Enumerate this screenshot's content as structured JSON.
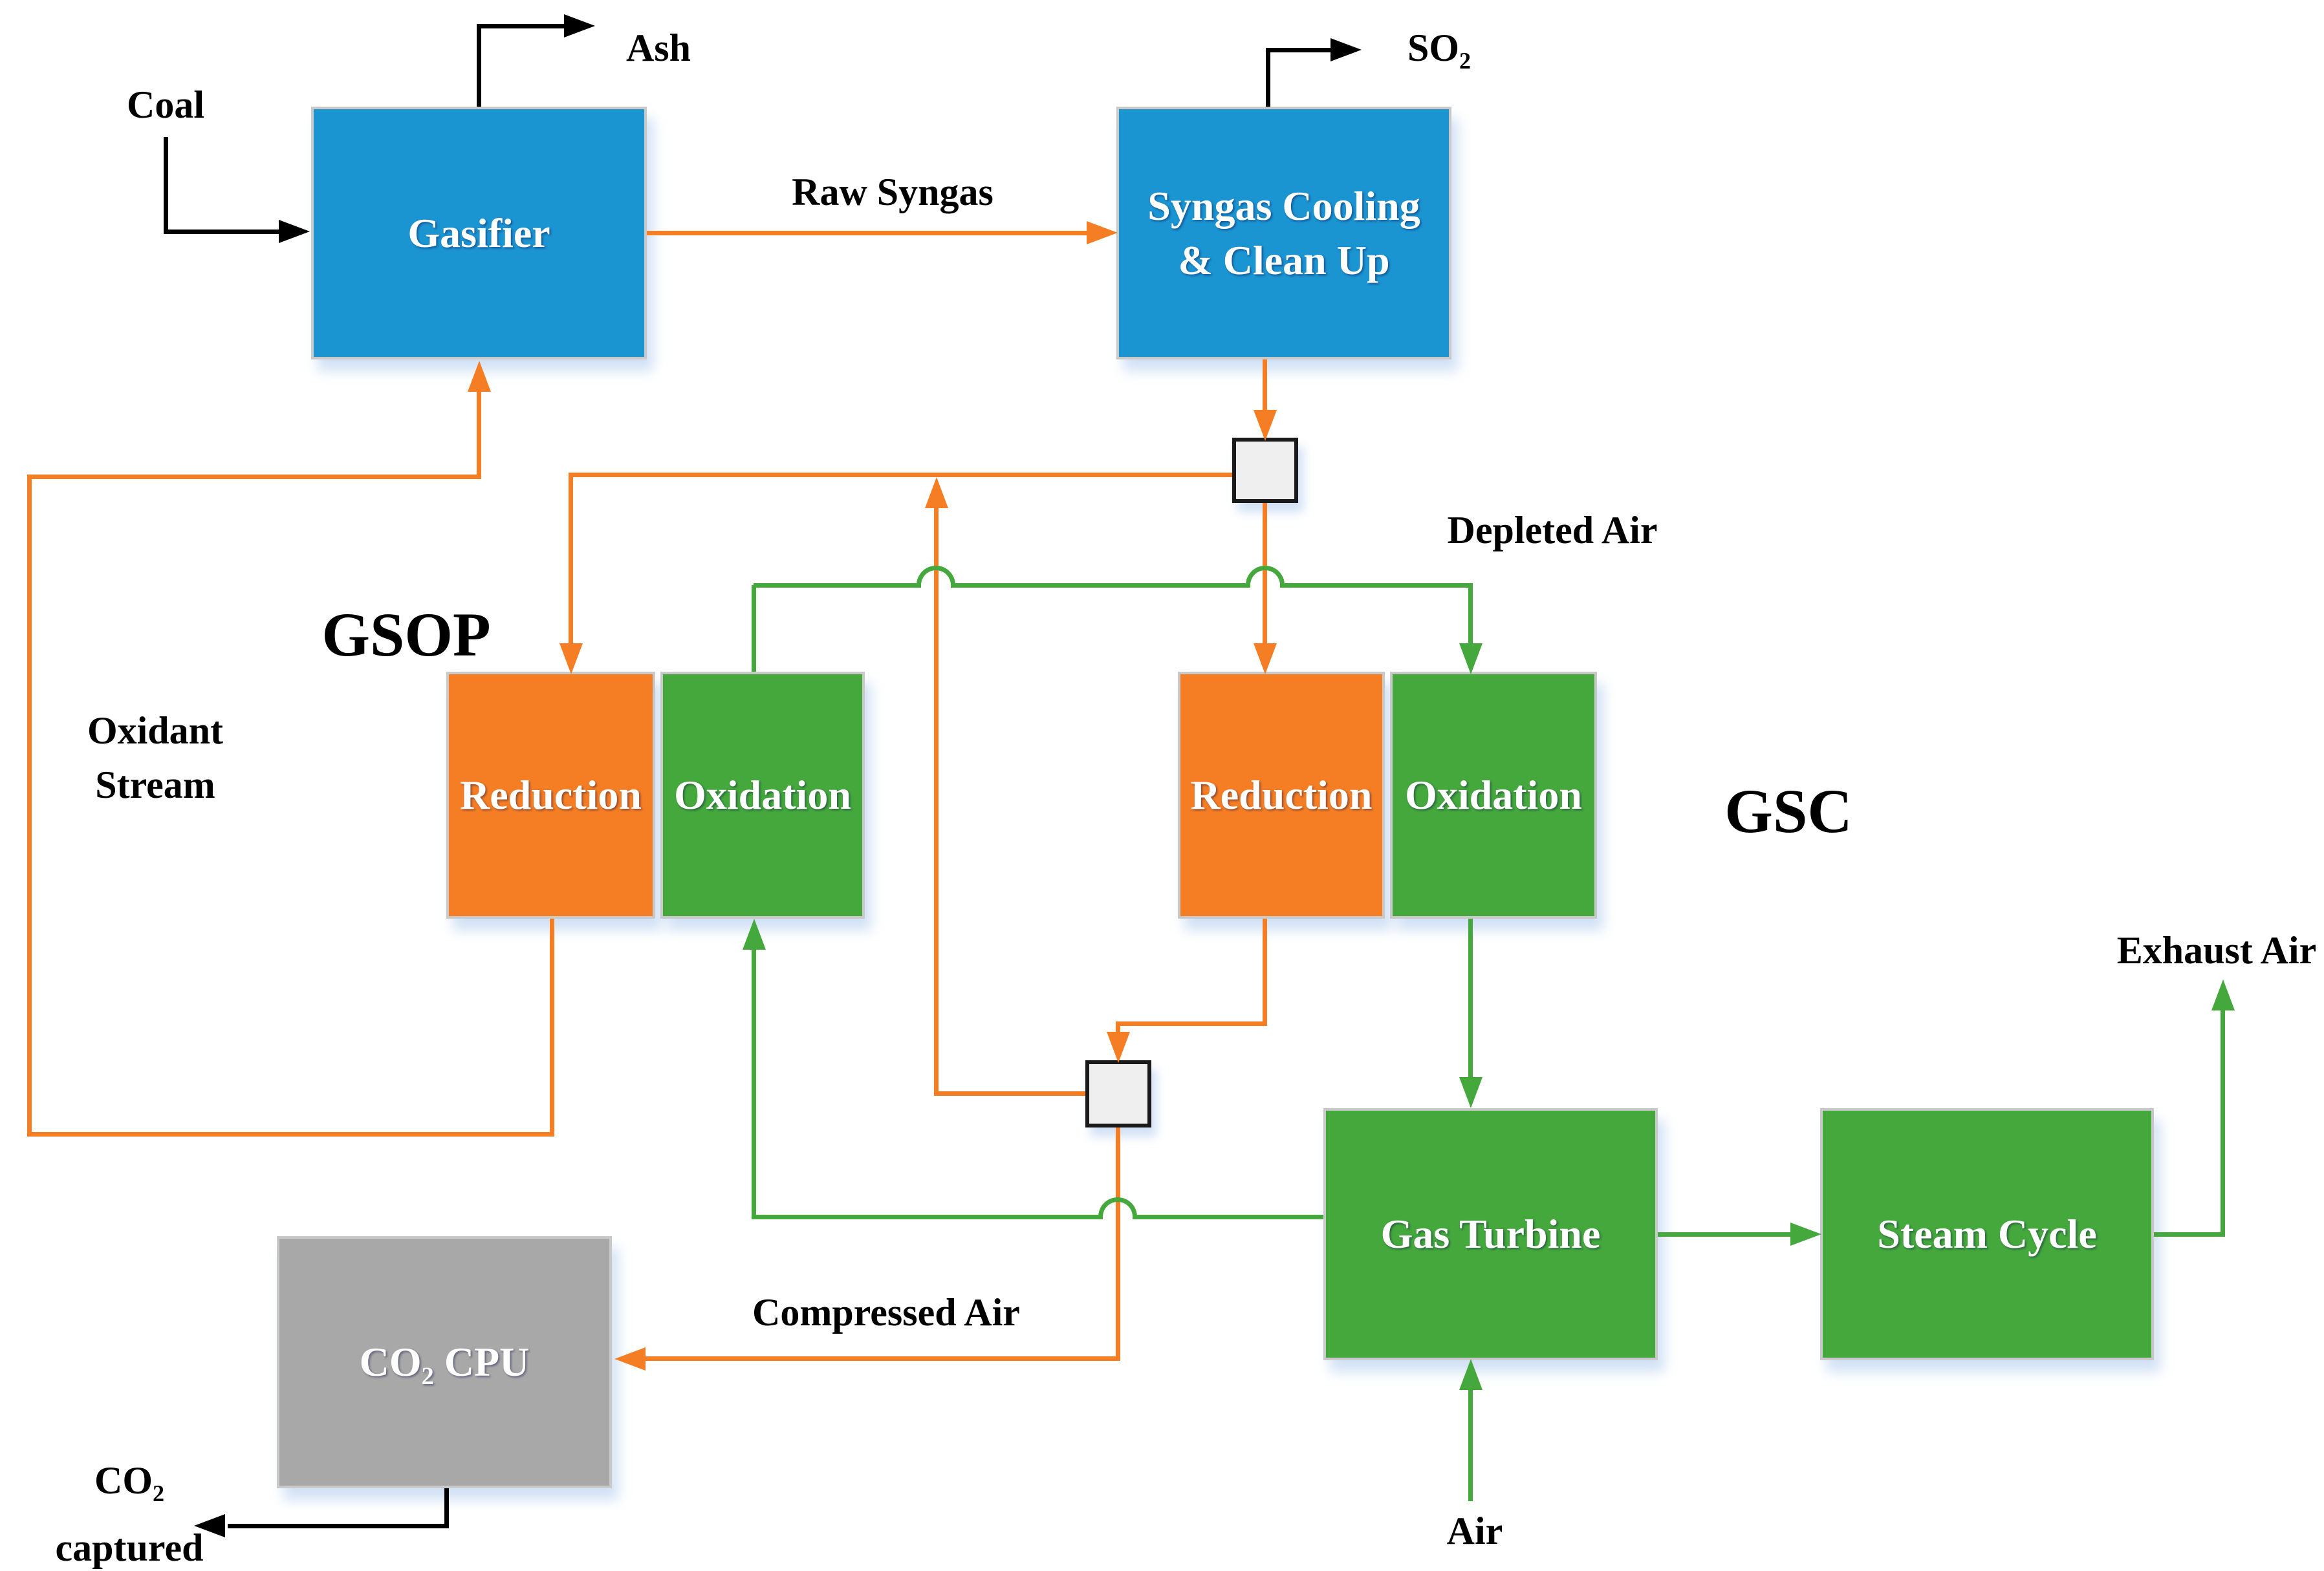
{
  "title": "Coal gasification chemical looping power plant flow diagram",
  "colors": {
    "blue": "#1b94d2",
    "orange": "#f57e24",
    "green": "#44a83c",
    "gray": "#a8a8a8",
    "splitter_fill": "#efefef"
  },
  "nodes": {
    "gasifier": {
      "label": "Gasifier"
    },
    "syngas_cooling": {
      "label_line1": "Syngas Cooling",
      "label_line2": "& Clean Up"
    },
    "gsop_reduction": {
      "label": "Reduction"
    },
    "gsop_oxidation": {
      "label": "Oxidation"
    },
    "gsc_reduction": {
      "label": "Reduction"
    },
    "gsc_oxidation": {
      "label": "Oxidation"
    },
    "gas_turbine": {
      "label": "Gas Turbine"
    },
    "steam_cycle": {
      "label": "Steam Cycle"
    },
    "co2_cpu": {
      "label": "CO₂ CPU"
    }
  },
  "section_labels": {
    "gsop": "GSOP",
    "gsc": "GSC"
  },
  "stream_labels": {
    "coal": "Coal",
    "ash": "Ash",
    "raw_syngas": "Raw Syngas",
    "so2": "SO₂",
    "depleted_air": "Depleted Air",
    "oxidant_line1": "Oxidant",
    "oxidant_line2": "Stream",
    "compressed_air": "Compressed Air",
    "exhaust_air": "Exhaust Air",
    "air": "Air",
    "co2_captured_line1": "CO₂",
    "co2_captured_line2": "captured"
  }
}
